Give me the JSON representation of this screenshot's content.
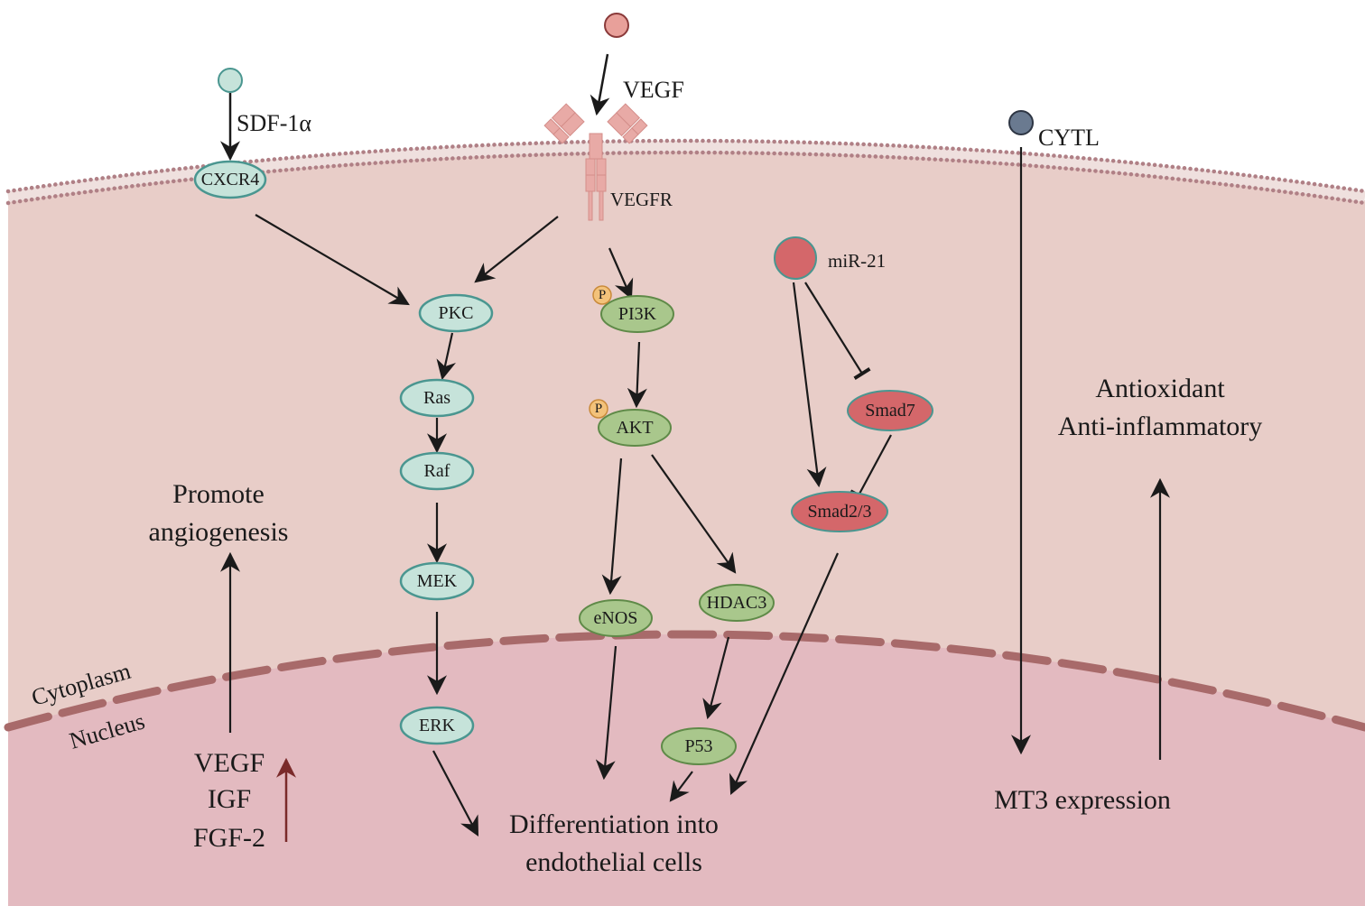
{
  "colors": {
    "cytoplasm": "#e8cdc8",
    "nucleus": "#e3bac0",
    "membrane_dots": "#b08086",
    "nuclear_envelope": "#a86a6a",
    "teal_fill": "#c6e3da",
    "teal_stroke": "#4a9690",
    "green_fill": "#a9c78c",
    "green_stroke": "#5f8a48",
    "red_fill": "#d4676a",
    "red_stroke": "#4a9690",
    "vegf_ligand": "#e8a09a",
    "cytl_ligand": "#6a7a90",
    "up_arrow": "#7a2a2a",
    "phospho_fill": "#f3c27a",
    "phospho_stroke": "#c98a3a"
  },
  "ligands": {
    "sdf": "SDF-1α",
    "vegf": "VEGF",
    "cytl": "CYTL"
  },
  "receptors": {
    "cxcr4": "CXCR4",
    "vegfr": "VEGFR"
  },
  "nodes": {
    "pkc": "PKC",
    "ras": "Ras",
    "raf": "Raf",
    "mek": "MEK",
    "erk": "ERK",
    "pi3k": "PI3K",
    "akt": "AKT",
    "enos": "eNOS",
    "hdac3": "HDAC3",
    "p53": "P53",
    "mir21": "miR-21",
    "smad7": "Smad7",
    "smad23": "Smad2/3",
    "phospho": "P"
  },
  "compartments": {
    "cytoplasm": "Cytoplasm",
    "nucleus": "Nucleus"
  },
  "outcomes": {
    "angiogenesis_line1": "Promote",
    "angiogenesis_line2": "angiogenesis",
    "factors": [
      "VEGF",
      "IGF",
      "FGF-2"
    ],
    "differentiation_line1": "Differentiation into",
    "differentiation_line2": "endothelial cells",
    "antioxidant": "Antioxidant",
    "antiinflammatory": "Anti-inflammatory",
    "mt3": "MT3 expression"
  }
}
